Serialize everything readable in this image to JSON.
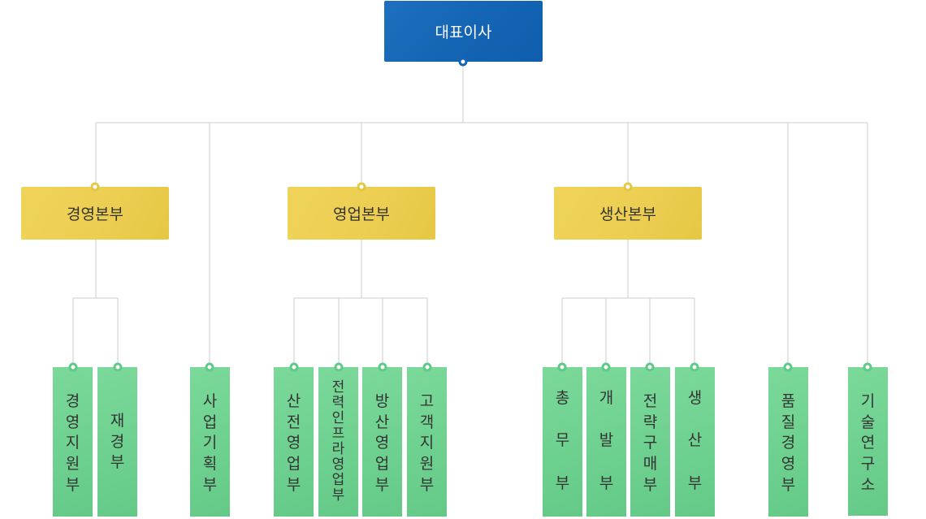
{
  "ceo": {
    "label": "대표이사"
  },
  "divisions": [
    {
      "label": "경영본부"
    },
    {
      "label": "영업본부"
    },
    {
      "label": "생산본부"
    }
  ],
  "departments": [
    {
      "label": "경영지원부"
    },
    {
      "label": "재경부"
    },
    {
      "label": "사업기획부"
    },
    {
      "label": "산전영업부"
    },
    {
      "label": "전력인프라영업부"
    },
    {
      "label": "방산영업부"
    },
    {
      "label": "고객지원부"
    },
    {
      "label": "총무부"
    },
    {
      "label": "개발부"
    },
    {
      "label": "전략구매부"
    },
    {
      "label": "생산부"
    },
    {
      "label": "품질경영부"
    },
    {
      "label": "기술연구소"
    }
  ],
  "colors": {
    "ceo": "#1565b5",
    "division": "#ecce52",
    "department": "#6dd08e",
    "connector": "#cccccc"
  }
}
